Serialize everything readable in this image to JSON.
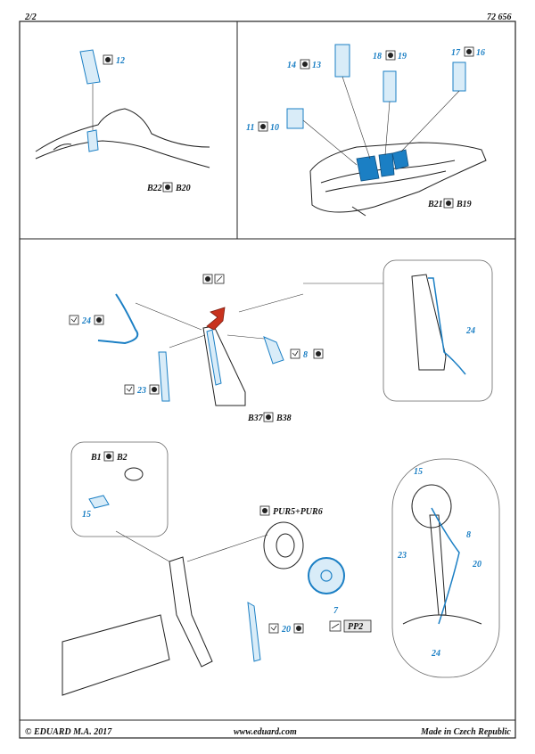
{
  "header": {
    "page": "2/2",
    "code": "72 656"
  },
  "footer": {
    "copyright": "© EDUARD  M.A. 2017",
    "website": "www.eduard.com",
    "origin": "Made in Czech Republic"
  },
  "panel_a": {
    "part": "12",
    "kit_part_a": "B22",
    "kit_part_b": "B20"
  },
  "panel_b": {
    "labels": {
      "p14": "14",
      "p13": "13",
      "p18": "18",
      "p19": "19",
      "p17": "17",
      "p16": "16",
      "p11": "11",
      "p10": "10"
    },
    "kit_part_a": "B21",
    "kit_part_b": "B19"
  },
  "panel_c": {
    "p24": "24",
    "p23": "23",
    "p8": "8",
    "kit_part_a": "B37",
    "kit_part_b": "B38",
    "detail_24": "24"
  },
  "panel_d": {
    "b1": "B1",
    "b2": "B2",
    "p15": "15",
    "pur": "PUR5+PUR6",
    "p7": "7",
    "pp": "PP2",
    "p20": "20",
    "det15": "15",
    "det8": "8",
    "det23": "23",
    "det20": "20",
    "det24": "24"
  },
  "colors": {
    "pe_blue": "#1b7fc4",
    "paint_red": "#c8321e",
    "frame": "#222222"
  },
  "icons": [
    "symmetric-side-icon",
    "bend-icon",
    "paint-mark-icon"
  ]
}
